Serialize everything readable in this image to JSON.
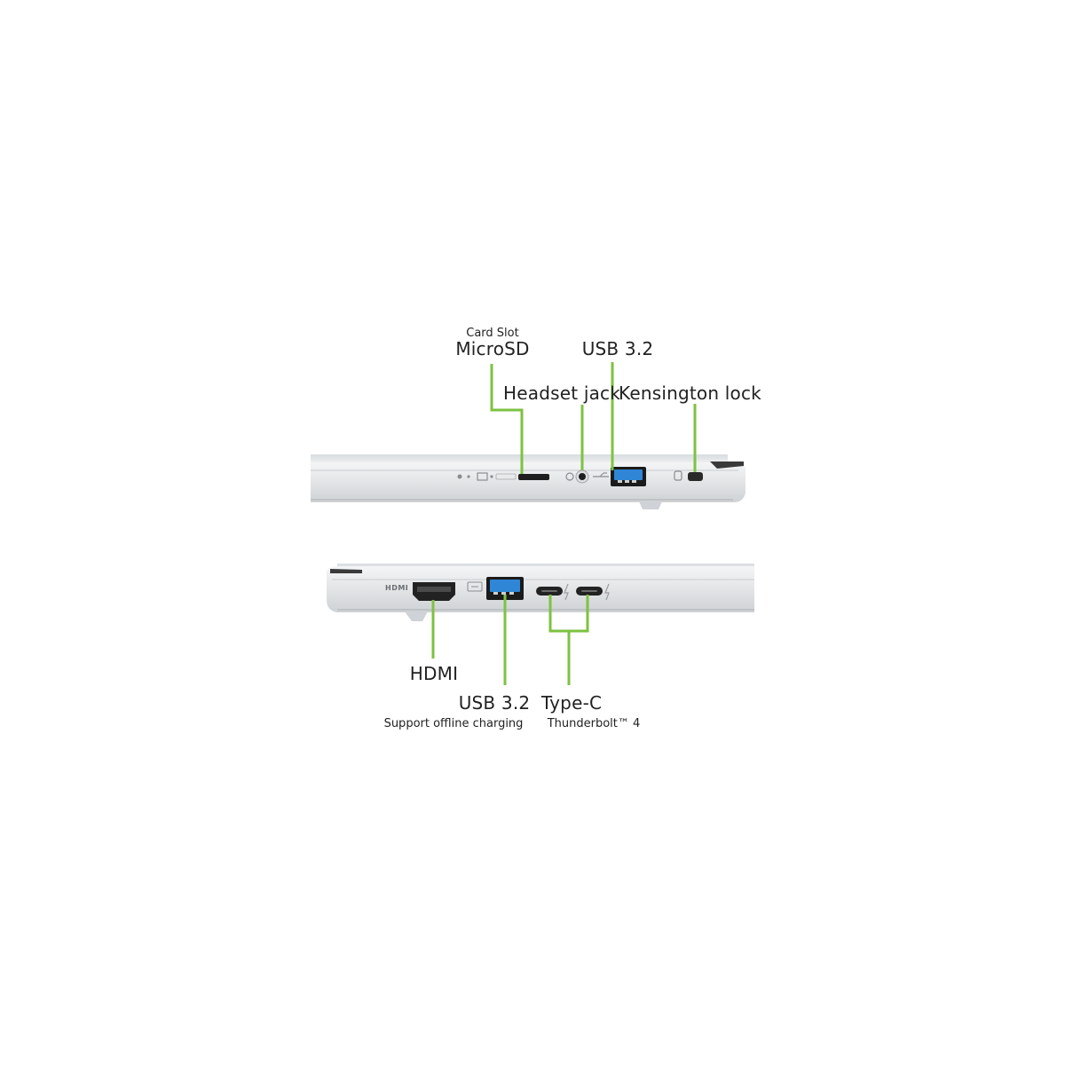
{
  "colors": {
    "leader": "#7dc242",
    "usb_blue": "#2f86d6",
    "chassis": "#e6e8ea",
    "port": "#2a2a2a"
  },
  "right_side": {
    "card_slot_caption": "Card Slot",
    "microsd": "MicroSD",
    "usb": "USB 3.2",
    "headset": "Headset jack",
    "kensington": "Kensington lock"
  },
  "left_side": {
    "hdmi": "HDMI",
    "usb": "USB 3.2",
    "usb_note": "Support offline charging",
    "typec": "Type-C",
    "typec_note": "Thunderbolt™ 4",
    "hdmi_logo": "HDMI"
  }
}
